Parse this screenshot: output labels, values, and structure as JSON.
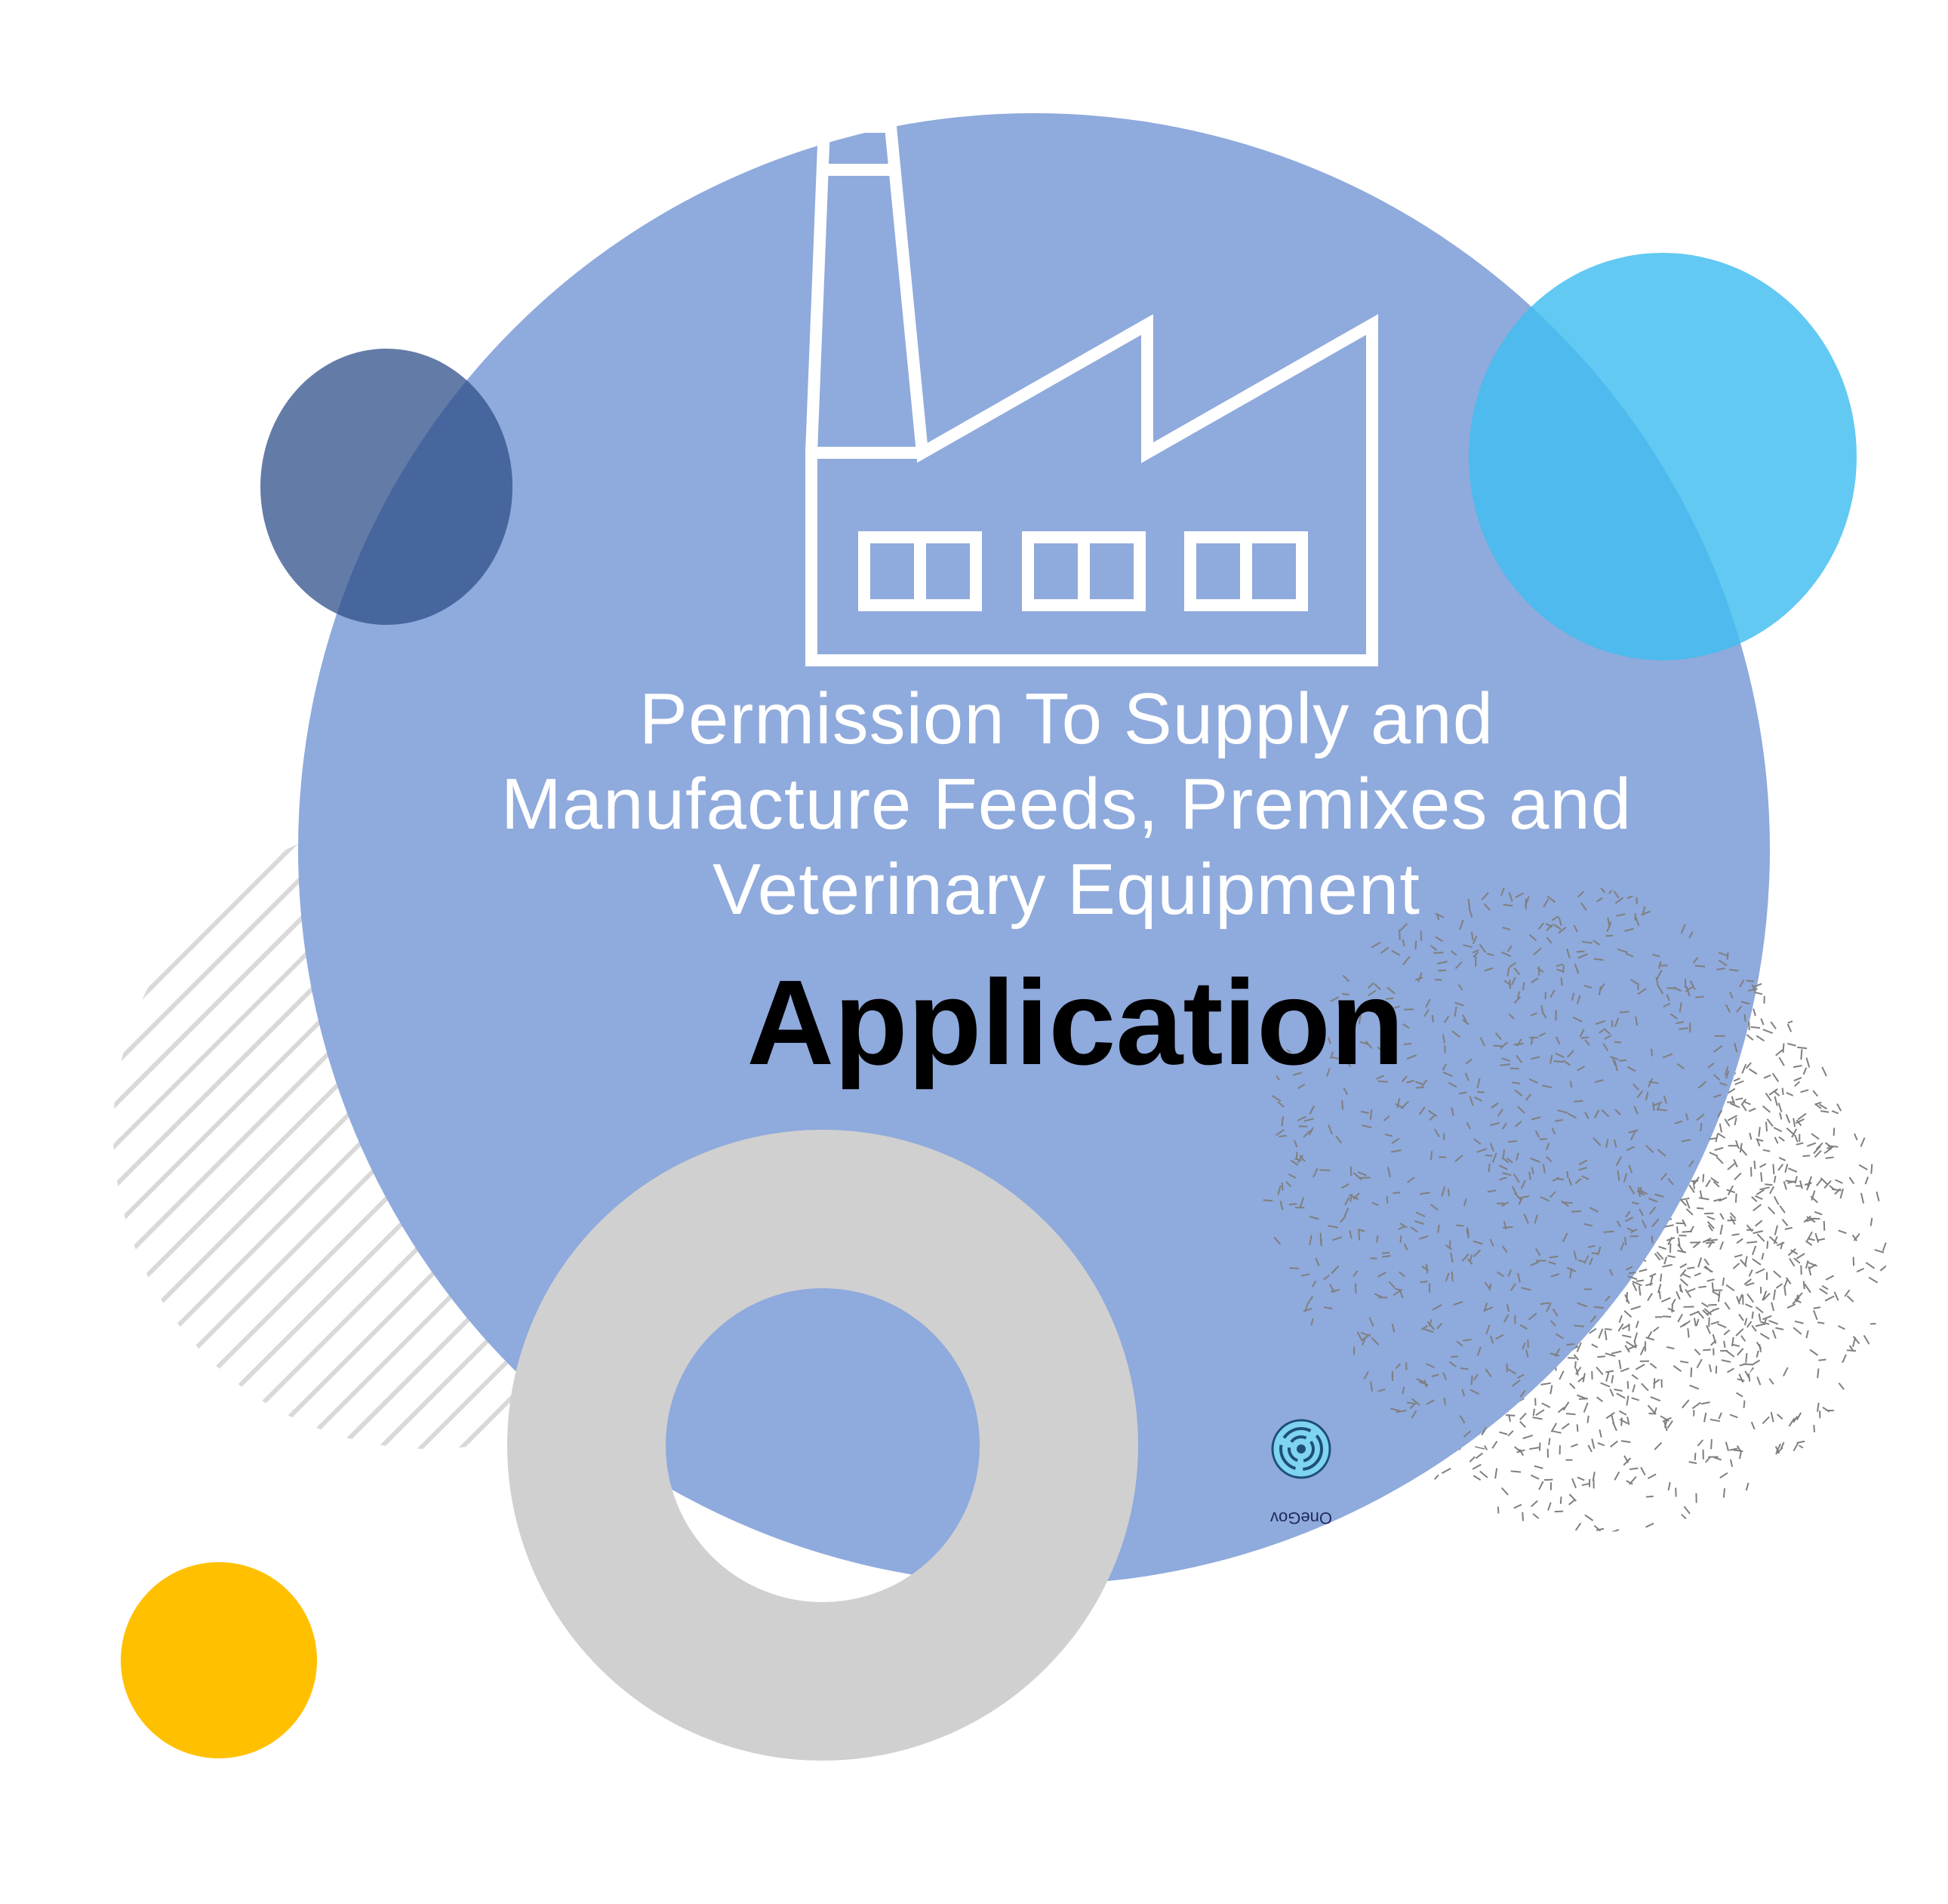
{
  "title": {
    "lines": [
      "Permission To Supply and",
      "Manufacture  Feeds, Premixes and",
      "Veterinary Equipment"
    ]
  },
  "subtitle": "Application",
  "logo": {
    "icon": "onegov-maze-logo-icon",
    "text": "OneGov"
  },
  "colors": {
    "main_circle": "#8faadc",
    "dark_circle": "#2f4f8a",
    "cyan_circle": "#5ec8f2",
    "yellow_circle": "#ffc000",
    "ring": "#d0d0d0",
    "hatch": "#d9d9d9",
    "dashes": "#7f7f7f"
  },
  "icons": [
    "factory-icon",
    "onegov-maze-logo-icon"
  ]
}
